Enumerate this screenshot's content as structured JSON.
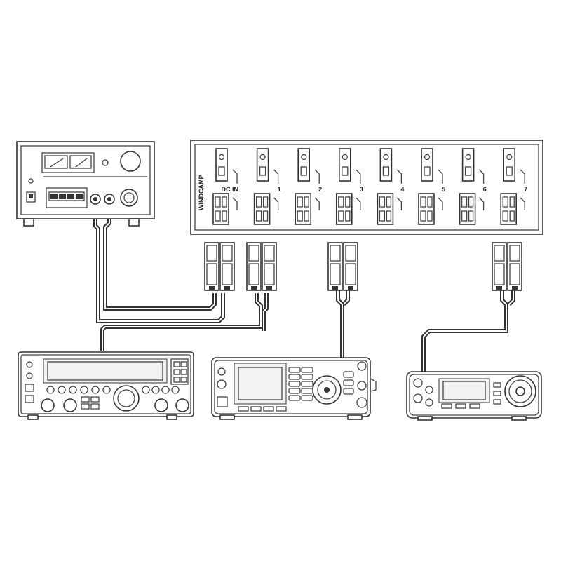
{
  "distributor": {
    "brand": "WINDCAMP",
    "ports": [
      "DC IN",
      "1",
      "2",
      "3",
      "4",
      "5",
      "6",
      "7"
    ]
  },
  "colors": {
    "line": "#444444",
    "cable": "#2a2a2a",
    "background": "#ffffff"
  }
}
